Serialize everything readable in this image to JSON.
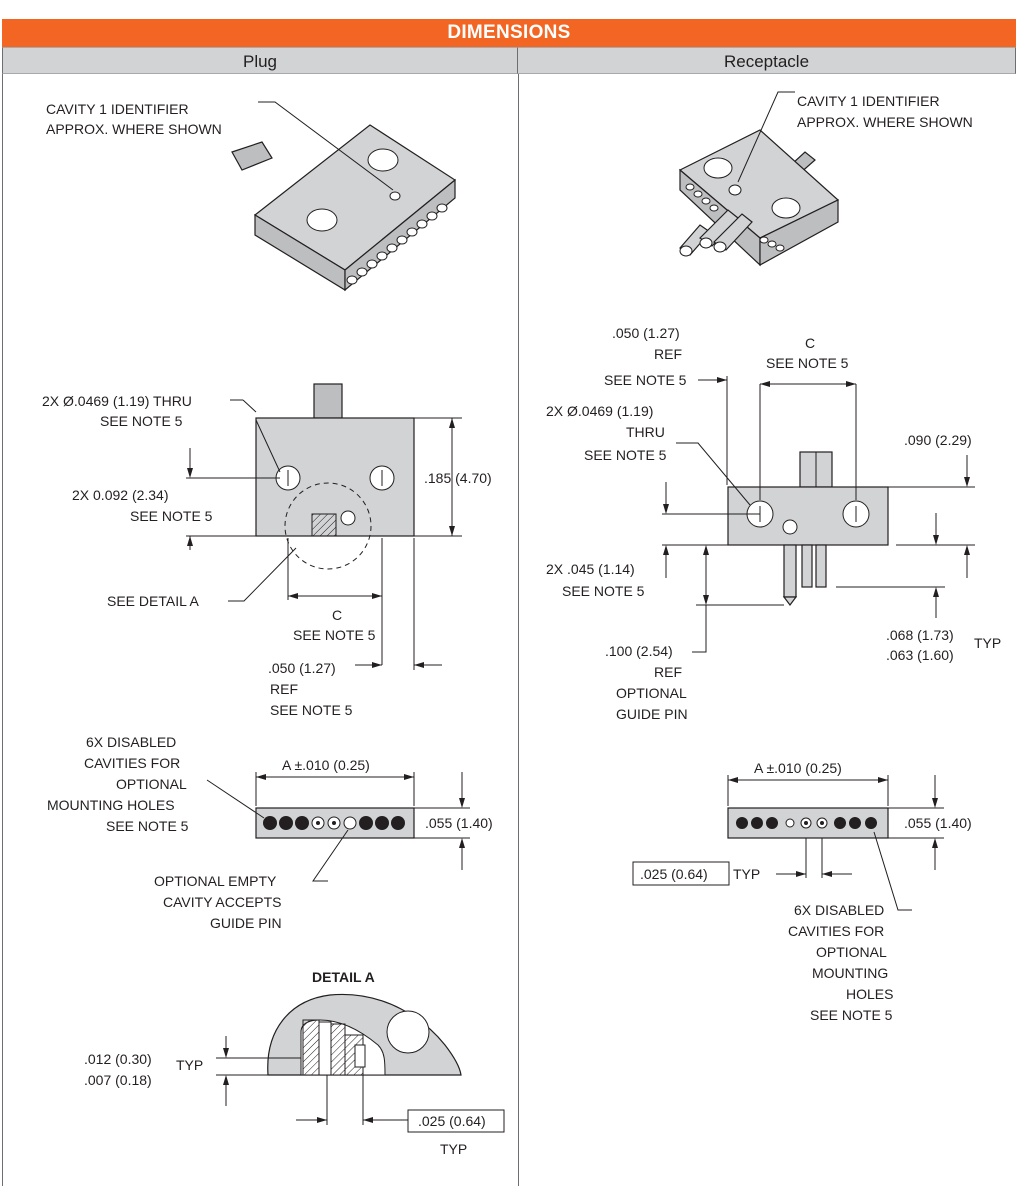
{
  "header": {
    "title": "DIMENSIONS",
    "plug_label": "Plug",
    "receptacle_label": "Receptacle"
  },
  "plug": {
    "cavity_identifier": [
      "CAVITY 1 IDENTIFIER",
      "APPROX. WHERE SHOWN"
    ],
    "thru_hole": [
      "2X Ø.0469 (1.19) THRU",
      "SEE NOTE 5"
    ],
    "hole_spacing": [
      "2X 0.092 (2.34)",
      "SEE NOTE 5"
    ],
    "height": ".185 (4.70)",
    "see_detail": "SEE DETAIL  A",
    "dim_c": [
      "C",
      "SEE NOTE 5"
    ],
    "ref_dim": [
      ".050 (1.27)",
      "REF",
      "SEE NOTE 5"
    ],
    "disabled_cavities": [
      "6X DISABLED",
      "CAVITIES FOR",
      "OPTIONAL",
      "MOUNTING HOLES",
      "SEE NOTE 5"
    ],
    "width_a": "A ±.010 (0.25)",
    "thickness": ".055 (1.40)",
    "empty_cavity": [
      "OPTIONAL EMPTY",
      "CAVITY ACCEPTS",
      "GUIDE PIN"
    ]
  },
  "detail_a": {
    "title": "DETAIL  A",
    "contact_dim": [
      ".012 (0.30)",
      ".007 (0.18)"
    ],
    "typ": "TYP",
    "pitch": ".025 (0.64)",
    "pitch_typ": "TYP"
  },
  "receptacle": {
    "cavity_identifier": [
      "CAVITY 1 IDENTIFIER",
      "APPROX. WHERE SHOWN"
    ],
    "ref_dim": [
      ".050 (1.27)",
      "REF",
      "SEE NOTE 5"
    ],
    "dim_c": [
      "C",
      "SEE NOTE 5"
    ],
    "thru_hole": [
      "2X Ø.0469 (1.19)",
      "THRU",
      "SEE NOTE 5"
    ],
    "top_dim": ".090 (2.29)",
    "hole_spacing": [
      "2X .045 (1.14)",
      "SEE NOTE 5"
    ],
    "pin_len": [
      ".068 (1.73)",
      ".063 (1.60)"
    ],
    "pin_typ": "TYP",
    "guide_pin": [
      ".100 (2.54)",
      "REF",
      "OPTIONAL",
      "GUIDE PIN"
    ],
    "width_a": "A ±.010 (0.25)",
    "thickness": ".055 (1.40)",
    "pitch": ".025 (0.64)",
    "pitch_typ": "TYP",
    "disabled_cavities": [
      "6X DISABLED",
      "CAVITIES FOR",
      "OPTIONAL",
      "MOUNTING",
      "HOLES",
      "SEE NOTE 5"
    ]
  }
}
